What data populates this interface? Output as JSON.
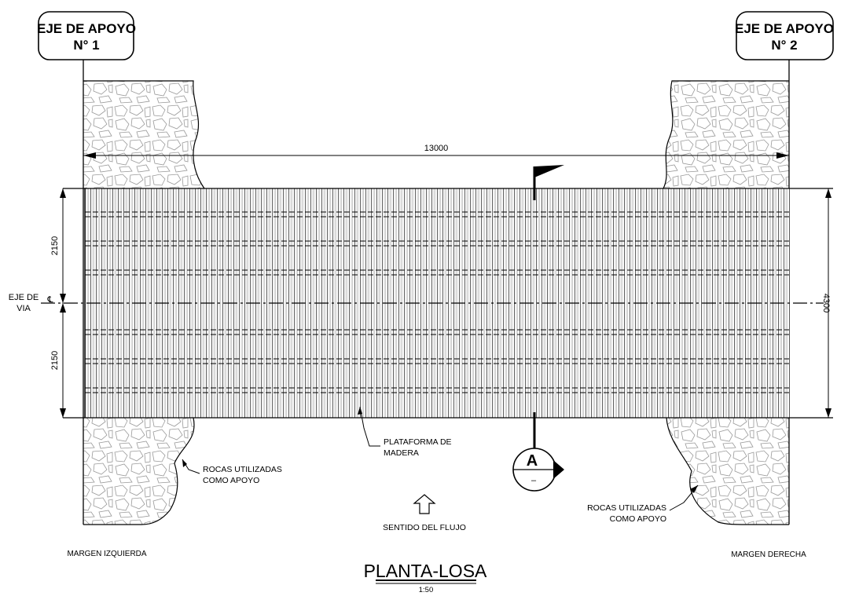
{
  "support_tags": {
    "left": {
      "line1": "EJE DE APOYO",
      "line2": "N° 1"
    },
    "right": {
      "line1": "EJE DE APOYO",
      "line2": "N° 2"
    }
  },
  "dimensions": {
    "span": "13000",
    "half_top": "2150",
    "half_bottom": "2150",
    "total_width": "4300"
  },
  "axis_label": {
    "line1": "EJE DE",
    "line2": "VIA",
    "symbol": "℄"
  },
  "annotations": {
    "platform": {
      "line1": "PLATAFORMA DE",
      "line2": "MADERA"
    },
    "rocks_left": {
      "line1": "ROCAS UTILIZADAS",
      "line2": "COMO APOYO"
    },
    "rocks_right": {
      "line1": "ROCAS UTILIZADAS",
      "line2": "COMO APOYO"
    },
    "flow": "SENTIDO DEL FLUJO"
  },
  "section_marker": {
    "letter": "A",
    "sub": "–"
  },
  "banks": {
    "left": "MARGEN IZQUIERDA",
    "right": "MARGEN DERECHA"
  },
  "title": {
    "main": "PLANTA-LOSA",
    "scale": "1:50"
  }
}
